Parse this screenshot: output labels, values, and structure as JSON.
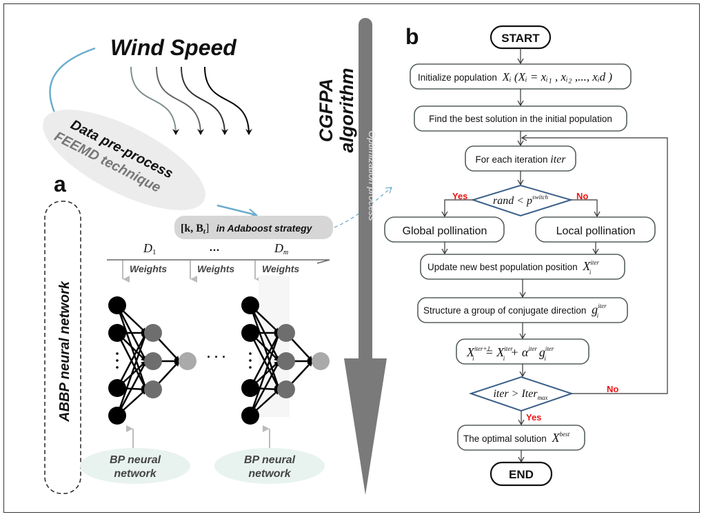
{
  "panel_a": {
    "label": "a",
    "wind_speed": "Wind Speed",
    "preprocess_line1": "Data pre-process",
    "preprocess_line2": "FEEMD technique",
    "adaboost_math": "[k, B",
    "adaboost_sub": "t",
    "adaboost_close": "]",
    "adaboost_text": "in Adaboost strategy",
    "d1": "D",
    "d1_sub": "1",
    "dots": "…",
    "dm": "D",
    "dm_sub": "m",
    "weights": [
      "Weights",
      "Weights",
      "Weights"
    ],
    "abbp_label": "ABBP neural network",
    "bp_line1": "BP neural",
    "bp_line2": "network",
    "network_dots": "· · ·"
  },
  "middle": {
    "algo_line1": "CGFPA",
    "algo_line2": "algorithm",
    "optimization": "Optimization process"
  },
  "panel_b": {
    "label": "b",
    "start": "START",
    "end": "END",
    "init_text": "Initialize population",
    "init_math": "Xᵢ (Xᵢ = xᵢ₁ , xᵢ₂ ,..., xᵢd )",
    "find_best": "Find the best solution in the initial population",
    "for_each_text": "For each iteration",
    "for_each_math": "iter",
    "decision1_math": "rand < p",
    "decision1_sup": "switch",
    "yes": "Yes",
    "no": "No",
    "global": "Global pollination",
    "local": "Local pollination",
    "update_text": "Update new best  population  position",
    "update_math": "X",
    "update_sup": "iter",
    "update_sub": "i",
    "structure_text": "Structure a group of conjugate direction",
    "structure_math": "g",
    "structure_sup": "iter",
    "structure_sub": "i",
    "formula_lhs": "X",
    "formula_lhs_sup": "iter+1",
    "formula_lhs_sub": "i",
    "formula_eq": "= X",
    "formula_sup": "iter",
    "formula_sub": "i",
    "formula_plus": "+ α",
    "formula_alpha_sup": "iter",
    "formula_g": "g",
    "formula_g_sup": "iter",
    "formula_g_sub": "i",
    "decision2_math": "iter > Iter",
    "decision2_sub": "max",
    "optimal_text": "The optimal solution",
    "optimal_math": "X",
    "optimal_sup": "best"
  }
}
